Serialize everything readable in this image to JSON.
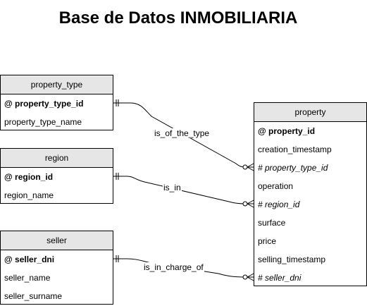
{
  "title": "Base de Datos INMOBILIARIA",
  "entities": {
    "property_type": {
      "name": "property_type",
      "attributes": [
        {
          "text": "@ property_type_id",
          "kind": "pk"
        },
        {
          "text": "property_type_name",
          "kind": "normal"
        }
      ]
    },
    "region": {
      "name": "region",
      "attributes": [
        {
          "text": "@ region_id",
          "kind": "pk"
        },
        {
          "text": "region_name",
          "kind": "normal"
        }
      ]
    },
    "seller": {
      "name": "seller",
      "attributes": [
        {
          "text": "@ seller_dni",
          "kind": "pk"
        },
        {
          "text": "seller_name",
          "kind": "normal"
        },
        {
          "text": "seller_surname",
          "kind": "normal"
        }
      ]
    },
    "property": {
      "name": "property",
      "attributes": [
        {
          "text": "@ property_id",
          "kind": "pk"
        },
        {
          "text": "creation_timestamp",
          "kind": "normal"
        },
        {
          "text": "# property_type_id",
          "kind": "fk"
        },
        {
          "text": "operation",
          "kind": "normal"
        },
        {
          "text": "# region_id",
          "kind": "fk"
        },
        {
          "text": "surface",
          "kind": "normal"
        },
        {
          "text": "price",
          "kind": "normal"
        },
        {
          "text": "selling_timestamp",
          "kind": "normal"
        },
        {
          "text": "# seller_dni",
          "kind": "fk"
        }
      ]
    }
  },
  "relationships": [
    {
      "label": "is_of_the_type",
      "from": "property_type",
      "to": "property"
    },
    {
      "label": "is_in",
      "from": "region",
      "to": "property"
    },
    {
      "label": "is_in_charge_of",
      "from": "seller",
      "to": "property"
    }
  ]
}
